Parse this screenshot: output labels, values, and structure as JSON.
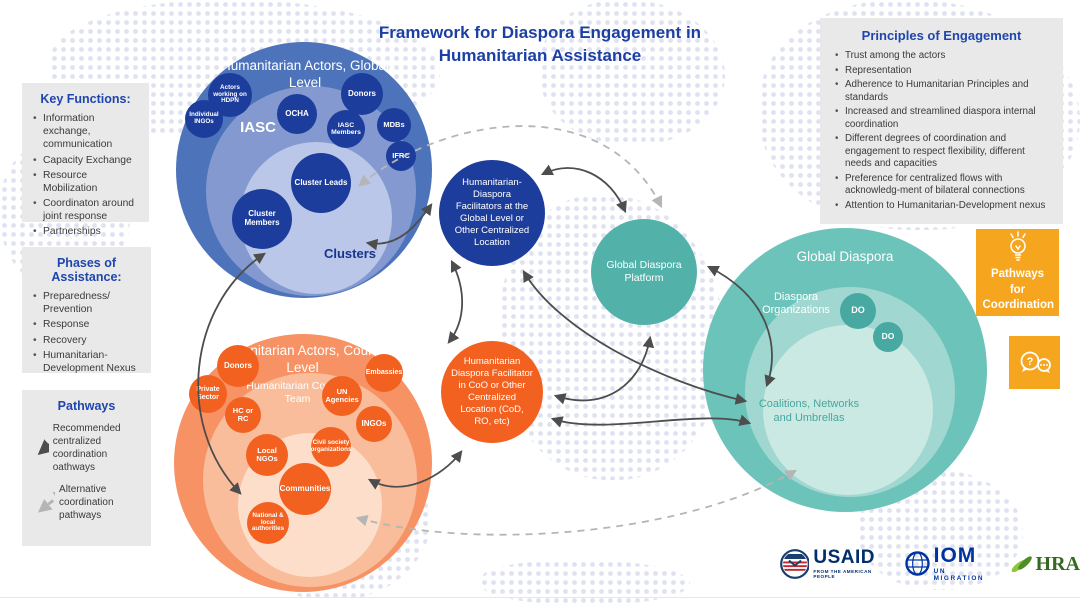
{
  "title": "Framework for Diaspora Engagement in Humanitarian Assistance",
  "key_functions": {
    "title": "Key Functions:",
    "items": [
      "Information exchange, communication",
      "Capacity Exchange",
      "Resource Mobilization",
      "Coordinaton around joint response",
      "Partnerships"
    ]
  },
  "phases": {
    "title": "Phases of Assistance:",
    "items": [
      "Preparedness/ Prevention",
      "Response",
      "Recovery",
      "Humanitarian-Development Nexus"
    ]
  },
  "pathways_legend": {
    "title": "Pathways",
    "recommended": "Recommended centralized coordination oathways",
    "alternative": "Alternative coordination pathways"
  },
  "principles": {
    "title": "Principles of Engagement",
    "items": [
      "Trust among the actors",
      "Representation",
      "Adherence to Humanitarian Principles and standards",
      "Increased and streamlined diaspora internal coordination",
      "Different degrees of coordination and engagement to respect flexibility, different needs and capacities",
      "Preference for centralized flows with acknowledg-ment of bilateral connections",
      "Attention to Humanitarian-Development nexus"
    ]
  },
  "global_level": {
    "title": "Humanitarian Actors, Global Level",
    "ring_label": "IASC",
    "cluster_label": "Clusters",
    "cluster_leads": "Cluster Leads",
    "cluster_members": "Cluster Members",
    "satellites": [
      "Actors working on HDPN",
      "Individual INGOs",
      "OCHA",
      "Donors",
      "IASC Members",
      "MDBs",
      "IFRC"
    ]
  },
  "country_level": {
    "title": "Humanitarian Actors, Country Level",
    "ring_label": "Humanitarian Country Team",
    "satellites": [
      "Donors",
      "Private Sector",
      "HC or RC",
      "Embassies",
      "UN Agencies",
      "INGOs",
      "Local NGOs",
      "Civil society organizations",
      "Communities",
      "National & local authorities"
    ]
  },
  "facilitators": {
    "global": "Humanitarian-Diaspora Facilitators at the Global Level or Other Centralized Location",
    "country": "Humanitarian Diaspora Facilitator in CoO or Other Centralized Location (CoD, RO, etc)"
  },
  "platform": {
    "label": "Global Diaspora Platform"
  },
  "global_diaspora": {
    "title": "Global Diaspora",
    "ring_label": "Diaspora Organizations",
    "do_labels": [
      "DO",
      "DO"
    ],
    "inner_label": "Coalitions, Networks and Umbrellas"
  },
  "badges": {
    "pathways_for_coordination": "Pathways for Coordination"
  },
  "logos": {
    "usaid": {
      "name": "USAID",
      "tagline": "FROM THE AMERICAN PEOPLE"
    },
    "iom": {
      "name": "IOM",
      "tagline": "UN MIGRATION"
    },
    "hra": {
      "name": "HRA"
    }
  },
  "colors": {
    "navy": "#1d3d9c",
    "blue_outer": "#4d74ba",
    "blue_ring": "#8399d0",
    "blue_inner": "#bac7e8",
    "orange_sat": "#f2611f",
    "orange_outer": "#f79265",
    "orange_ring": "#f9bd9b",
    "orange_inner": "#fcdecb",
    "teal": "#52b2aa",
    "teal_outer": "#6cc3ba",
    "teal_ring": "#a0d7d0",
    "teal_inner": "#cbe9e3",
    "teal_do": "#47a9a1",
    "amber": "#f6a51f",
    "heading_blue": "#1e46ae",
    "arrow_dark": "#4d4d4d",
    "arrow_gray": "#b5b5b5"
  }
}
